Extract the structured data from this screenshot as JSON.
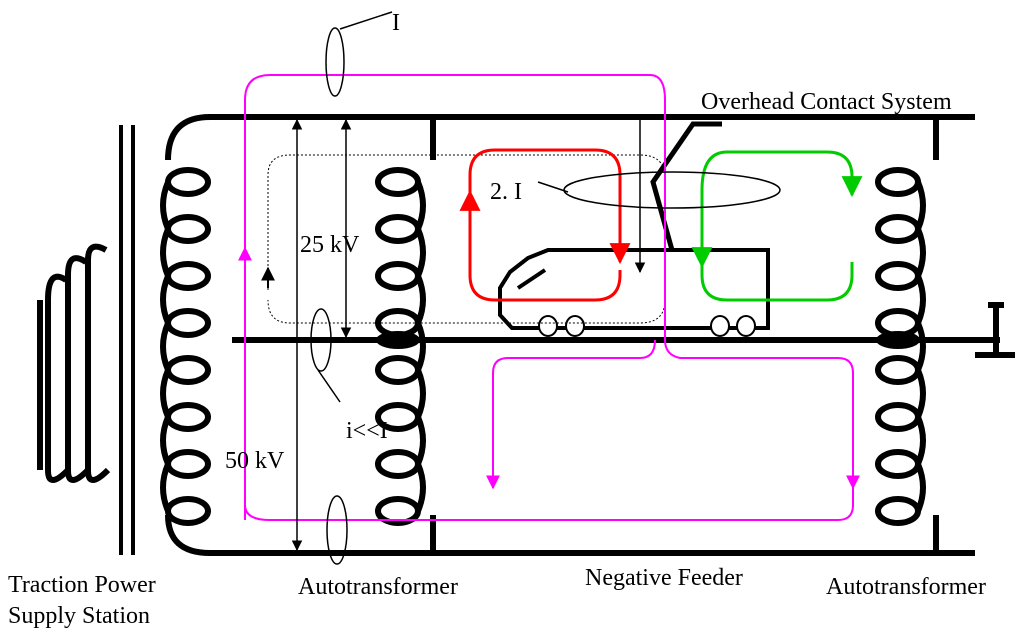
{
  "labels": {
    "overhead": "Overhead Contact System",
    "negative_feeder": "Negative Feeder",
    "autotransformer_left": "Autotransformer",
    "autotransformer_right": "Autotransformer",
    "station_line1": "Traction Power",
    "station_line2": "Supply Station",
    "v25": "25 kV",
    "v50": "50 kV",
    "current_top": "I",
    "current_half": "2. I",
    "current_small": "i<<I"
  },
  "colors": {
    "conductor": "#000000",
    "main_loop": "#ff00ff",
    "left_loop": "#ff0000",
    "right_loop": "#00cc00",
    "dotted_loop": "#000000"
  }
}
